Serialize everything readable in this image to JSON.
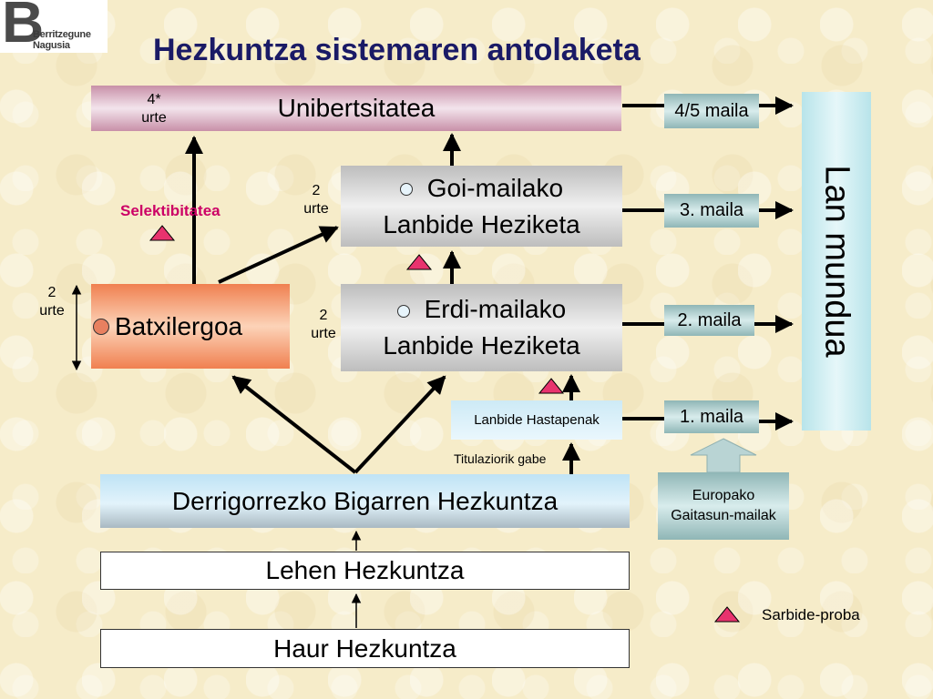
{
  "logo": {
    "letter": "B",
    "line1": "Berritzegune",
    "line2": "Nagusia"
  },
  "title": "Hezkuntza sistemaren antolaketa",
  "boxes": {
    "unibertsitatea": "Unibertsitatea",
    "goi_line1": "Goi-mailako",
    "goi_line2": "Lanbide Heziketa",
    "erdi_line1": "Erdi-mailako",
    "erdi_line2": "Lanbide Heziketa",
    "batxilergoa": "Batxilergoa",
    "lanbide_hastapenak": "Lanbide Hastapenak",
    "dbh": "Derrigorrezko Bigarren Hezkuntza",
    "lehen": "Lehen Hezkuntza",
    "haur": "Haur Hezkuntza",
    "lan_mundua": "Lan mundua",
    "europako_line1": "Europako",
    "europako_line2": "Gaitasun-mailak"
  },
  "levels": {
    "maila_45": "4/5 maila",
    "maila_3": "3. maila",
    "maila_2": "2. maila",
    "maila_1": "1. maila"
  },
  "durations": {
    "uni_num": "4*",
    "uni_unit": "urte",
    "goi_num": "2",
    "goi_unit": "urte",
    "erdi_num": "2",
    "erdi_unit": "urte",
    "batx_num": "2",
    "batx_unit": "urte"
  },
  "labels": {
    "selektibitatea": "Selektibitatea",
    "titulaziorik_gabe": "Titulaziorik gabe",
    "sarbide_proba": "Sarbide-proba"
  },
  "colors": {
    "title": "#1a1a66",
    "selektibitatea": "#cc0066",
    "triangle": "#e8336e"
  }
}
